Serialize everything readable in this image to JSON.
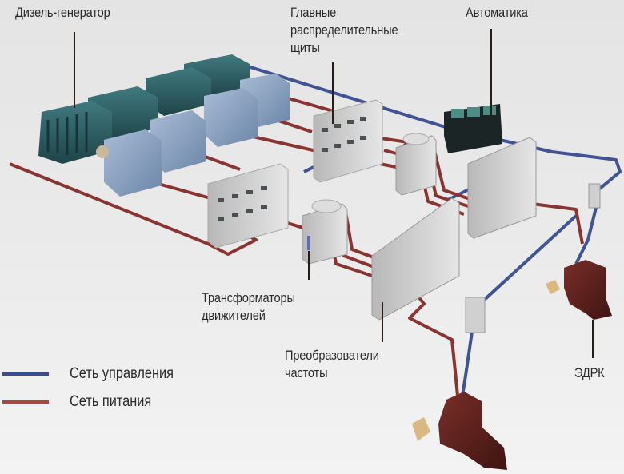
{
  "colors": {
    "control_network": "#3a4d8f",
    "power_network": "#8c3a36",
    "background": "#e8e8e8",
    "generator_engine": "#2e5e63",
    "generator_alternator": "#8fa6c4",
    "switchboard": "#d6d6d6",
    "automation_console": "#1c2526",
    "azipod": "#5a1f1c"
  },
  "labels": {
    "diesel_generator": "Дизель-генератор",
    "main_switchboards": [
      "Главные",
      "распределительные",
      "щиты"
    ],
    "automation": "Автоматика",
    "propulsion_transformers": [
      "Трансформаторы",
      "движителей"
    ],
    "frequency_converters": [
      "Преобразователи",
      "частоты"
    ],
    "azipod": "ЭДРК"
  },
  "legend": [
    {
      "name": "control",
      "label": "Сеть управления",
      "color": "#3a4d8f"
    },
    {
      "name": "power",
      "label": "Сеть питания",
      "color": "#b0443f"
    }
  ]
}
